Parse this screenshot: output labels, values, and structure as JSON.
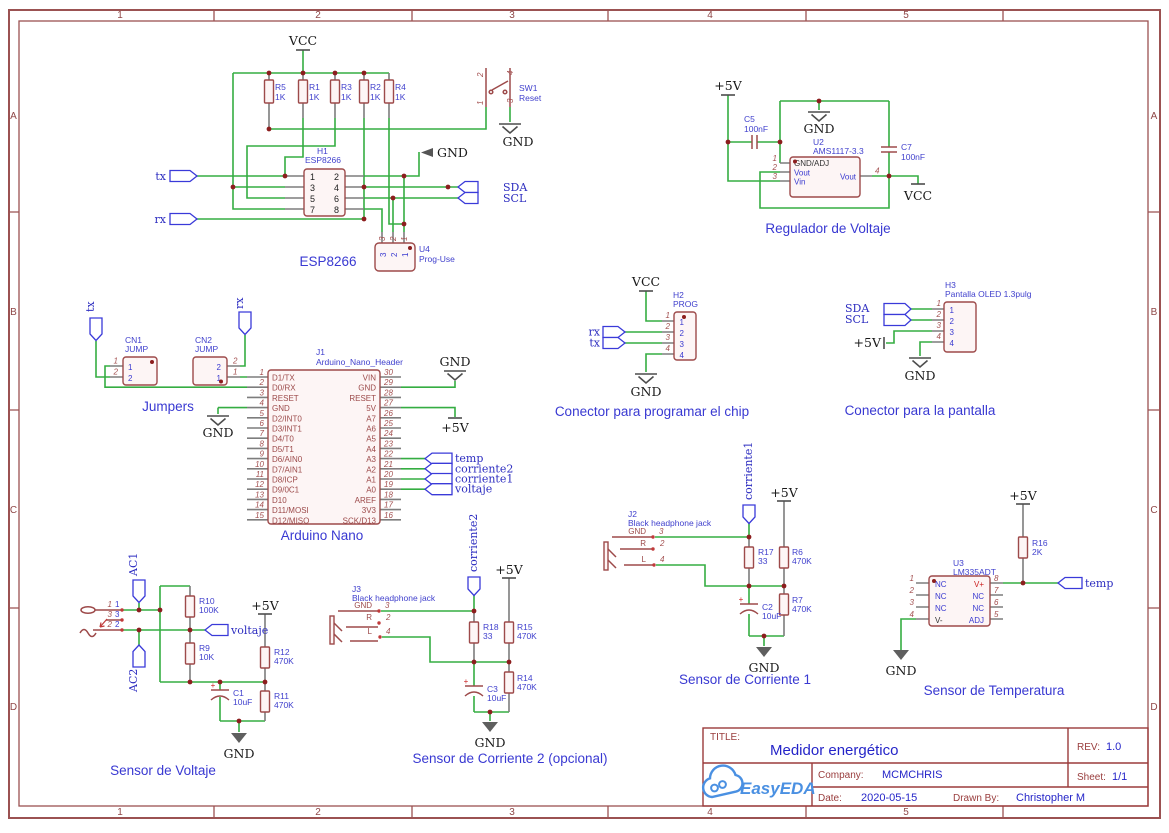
{
  "frame": {
    "cols": [
      "1",
      "2",
      "3",
      "4",
      "5"
    ],
    "rows": [
      "A",
      "B",
      "C",
      "D"
    ]
  },
  "esp": {
    "section_label": "ESP8266",
    "vcc": "VCC",
    "r5": {
      "ref": "R5",
      "val": "1K"
    },
    "r1": {
      "ref": "R1",
      "val": "1K"
    },
    "r3": {
      "ref": "R3",
      "val": "1K"
    },
    "r2": {
      "ref": "R2",
      "val": "1K"
    },
    "r4": {
      "ref": "R4",
      "val": "1K"
    },
    "sw1": {
      "ref": "SW1",
      "val": "Reset",
      "p2": "2",
      "p1": "1",
      "p4": "4",
      "p3": "3",
      "gnd": "GND"
    },
    "h1": {
      "ref": "H1",
      "val": "ESP8266",
      "pins_left": [
        "1",
        "3",
        "5",
        "7"
      ],
      "pins_right": [
        "2",
        "4",
        "6",
        "8"
      ]
    },
    "tx": "tx",
    "rx": "rx",
    "sda": "SDA",
    "scl": "SCL",
    "gnd_flag": "GND",
    "u4": {
      "ref": "U4",
      "val": "Prog-Use",
      "pins": [
        "3",
        "2",
        "1"
      ]
    }
  },
  "reg": {
    "section_label": "Regulador de Voltaje",
    "p5v": "+5V",
    "gnd": "GND",
    "vcc": "VCC",
    "c5": {
      "ref": "C5",
      "val": "100nF"
    },
    "c7": {
      "ref": "C7",
      "val": "100nF"
    },
    "u2": {
      "ref": "U2",
      "val": "AMS1117-3.3",
      "p1": "1",
      "p2": "2",
      "p3": "3",
      "p4": "4",
      "n1": "GND/ADJ",
      "n2": "Vout",
      "n3": "Vin",
      "n4": "Vout"
    }
  },
  "jump": {
    "section_label": "Jumpers",
    "tx": "tx",
    "rx": "rx",
    "gnd": "GND",
    "cn1": {
      "ref": "CN1",
      "val": "JUMP",
      "p1": "1",
      "p2": "2"
    },
    "cn2": {
      "ref": "CN2",
      "val": "JUMP",
      "p1": "1",
      "p2": "2"
    }
  },
  "nano": {
    "section_label": "Arduino Nano",
    "gnd": "GND",
    "p5v": "+5V",
    "ports": [
      "temp",
      "corriente2",
      "corriente1",
      "voltaje"
    ],
    "j1": {
      "ref": "J1",
      "val": "Arduino_Nano_Header",
      "left_nums": [
        "1",
        "2",
        "3",
        "4",
        "5",
        "6",
        "7",
        "8",
        "9",
        "10",
        "11",
        "12",
        "13",
        "14",
        "15"
      ],
      "right_nums": [
        "30",
        "29",
        "28",
        "27",
        "26",
        "25",
        "24",
        "23",
        "22",
        "21",
        "20",
        "19",
        "18",
        "17",
        "16"
      ],
      "left_names": [
        "D1/TX",
        "D0/RX",
        "RESET",
        "GND",
        "D2/INT0",
        "D3/INT1",
        "D4/T0",
        "D5/T1",
        "D6/AIN0",
        "D7/AIN1",
        "D8/ICP",
        "D9/0C1",
        "D10",
        "D11/MOSI",
        "D12/MISO"
      ],
      "right_names": [
        "VIN",
        "GND",
        "RESET",
        "5V",
        "A7",
        "A6",
        "A5",
        "A4",
        "A3",
        "A2",
        "A1",
        "A0",
        "AREF",
        "3V3",
        "SCK/D13"
      ]
    }
  },
  "prog": {
    "section_label": "Conector para programar el chip",
    "vcc": "VCC",
    "gnd": "GND",
    "rx": "rx",
    "tx": "tx",
    "h2": {
      "ref": "H2",
      "val": "PROG",
      "nums": [
        "1",
        "2",
        "3",
        "4"
      ]
    }
  },
  "oled": {
    "section_label": "Conector para la pantalla",
    "sda": "SDA",
    "scl": "SCL",
    "p5v": "+5V",
    "gnd": "GND",
    "h3": {
      "ref": "H3",
      "val": "Pantalla OLED 1.3pulg",
      "nums": [
        "1",
        "2",
        "3",
        "4"
      ]
    }
  },
  "volt": {
    "section_label": "Sensor de Voltaje",
    "ac1": "AC1",
    "ac2": "AC2",
    "port": "voltaje",
    "p5v": "+5V",
    "gnd": "GND",
    "plus": "+",
    "jack": {
      "p1": "1",
      "p3": "3",
      "p2": "2"
    },
    "r10": {
      "ref": "R10",
      "val": "100K"
    },
    "r9": {
      "ref": "R9",
      "val": "10K"
    },
    "r12": {
      "ref": "R12",
      "val": "470K"
    },
    "r11": {
      "ref": "R11",
      "val": "470K"
    },
    "c1": {
      "ref": "C1",
      "val": "10uF"
    }
  },
  "cur2": {
    "section_label": "Sensor de Corriente 2 (opcional)",
    "port": "corriente2",
    "p5v": "+5V",
    "gnd": "GND",
    "plus": "+",
    "j3": {
      "ref": "J3",
      "val": "Black headphone jack",
      "gnd": "GND",
      "r": "R",
      "l": "L",
      "p3": "3",
      "p2": "2",
      "p4": "4"
    },
    "r18": {
      "ref": "R18",
      "val": "33"
    },
    "r15": {
      "ref": "R15",
      "val": "470K"
    },
    "r14": {
      "ref": "R14",
      "val": "470K"
    },
    "c3": {
      "ref": "C3",
      "val": "10uF"
    }
  },
  "cur1": {
    "section_label": "Sensor de Corriente 1",
    "port": "corriente1",
    "p5v": "+5V",
    "gnd": "GND",
    "plus": "+",
    "j2": {
      "ref": "J2",
      "val": "Black headphone jack",
      "gnd": "GND",
      "r": "R",
      "l": "L",
      "p3": "3",
      "p2": "2",
      "p4": "4"
    },
    "r17": {
      "ref": "R17",
      "val": "33"
    },
    "r6": {
      "ref": "R6",
      "val": "470K"
    },
    "r7": {
      "ref": "R7",
      "val": "470K"
    },
    "c2": {
      "ref": "C2",
      "val": "10uF"
    }
  },
  "temp": {
    "section_label": "Sensor de Temperatura",
    "p5v": "+5V",
    "gnd": "GND",
    "port": "temp",
    "r16": {
      "ref": "R16",
      "val": "2K"
    },
    "u3": {
      "ref": "U3",
      "val": "LM335ADT",
      "left_nums": [
        "1",
        "2",
        "3",
        "4"
      ],
      "right_nums": [
        "8",
        "7",
        "6",
        "5"
      ],
      "left_names": [
        "NC",
        "NC",
        "NC",
        "V-"
      ],
      "right_names": [
        "V+",
        "NC",
        "NC",
        "ADJ"
      ]
    }
  },
  "title_block": {
    "title_label": "TITLE:",
    "title": "Medidor energético",
    "rev_label": "REV:",
    "rev": "1.0",
    "company_label": "Company:",
    "company": "MCMCHRIS",
    "sheet_label": "Sheet:",
    "sheet": "1/1",
    "date_label": "Date:",
    "date": "2020-05-15",
    "drawn_label": "Drawn By:",
    "drawn": "Christopher M",
    "logo_text": "EasyEDA"
  }
}
